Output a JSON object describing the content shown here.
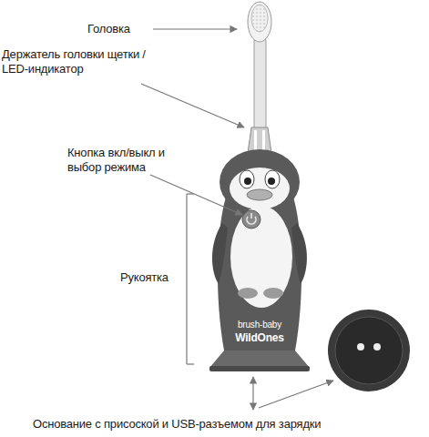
{
  "diagram": {
    "labels": [
      "Головка",
      "Держатель головки щетки / LED-индикатор",
      "Кнопка вкл/выкл и выбор режима",
      "Рукоятка",
      "brush-baby",
      "WildOnes",
      "Основание с присоской и USB-разъемом для зарядки"
    ]
  }
}
